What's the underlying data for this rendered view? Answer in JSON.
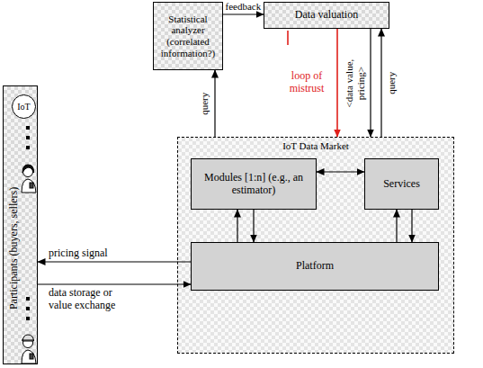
{
  "diagram": {
    "nodes": [
      {
        "text": [
          "Statistical analyzer (correlated information?)"
        ]
      },
      {
        "text": [
          "Data valuation"
        ]
      },
      {
        "text": [
          "IoT Data Market"
        ]
      },
      {
        "text": [
          "Modules [1:n] (e.g., an estimator)"
        ],
        "in": 2
      },
      {
        "text": [
          "Services"
        ],
        "in": 2
      },
      {
        "text": [
          "Platform"
        ],
        "in": 2
      },
      {
        "text": [
          "Participants (buyers, sellers)"
        ]
      },
      {
        "text": [
          "IoT"
        ],
        "in": 6
      }
    ],
    "edges": [
      {
        "from": 0,
        "to": 1,
        "arrow": "to",
        "label": "feedback"
      },
      {
        "from": 2,
        "to": 0,
        "arrow": "to",
        "label": "query"
      },
      {
        "from": 1,
        "to": 2,
        "arrow": "to",
        "label": "<data value, pricing>"
      },
      {
        "from": 2,
        "to": 1,
        "arrow": "to",
        "label": "query"
      },
      {
        "from": 1,
        "to": 2,
        "arrow": "to",
        "label": "loop of mistrust"
      },
      {
        "from": 3,
        "to": 4,
        "arrow": "both"
      },
      {
        "from": 5,
        "to": 3,
        "arrow": "to"
      },
      {
        "from": 3,
        "to": 5,
        "arrow": "to"
      },
      {
        "from": 5,
        "to": 4,
        "arrow": "to"
      },
      {
        "from": 4,
        "to": 5,
        "arrow": "to"
      },
      {
        "from": 5,
        "to": 6,
        "arrow": "to",
        "label": "pricing signal"
      },
      {
        "from": 6,
        "to": 5,
        "arrow": "to",
        "label": "data storage or value exchange"
      }
    ]
  }
}
